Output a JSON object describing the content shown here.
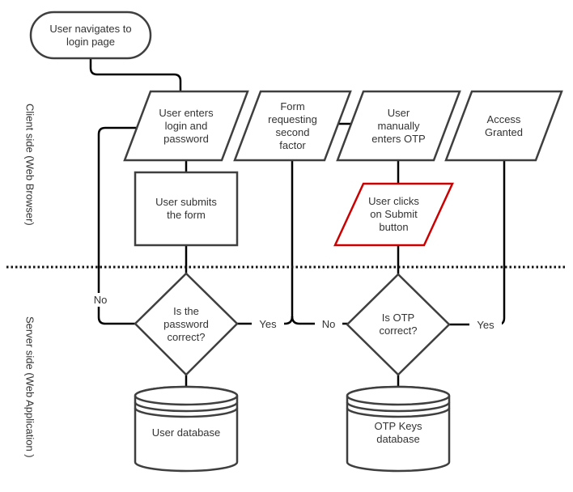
{
  "diagram": {
    "title_implicit": "Two-factor authentication login flowchart",
    "lanes": {
      "client": "Client side (Web Browser)",
      "server": "Server side (Web Application )"
    },
    "nodes": {
      "start": "User navigates to\nlogin page",
      "enter_credentials": "User enters\nlogin and\npassword",
      "form_second_factor": "Form\nrequesting\nsecond\nfactor",
      "enter_otp": "User\nmanually\nenters OTP",
      "access_granted": "Access\nGranted",
      "submit_form": "User submits\nthe form",
      "click_submit": "User clicks\non Submit\nbutton",
      "password_correct": "Is the\npassword\ncorrect?",
      "otp_correct": "Is OTP\ncorrect?",
      "user_db": "User database",
      "otp_db": "OTP Keys\ndatabase"
    },
    "edge_labels": {
      "password_no": "No",
      "password_yes": "Yes",
      "otp_no": "No",
      "otp_yes": "Yes"
    },
    "colors": {
      "shape_border": "#3f3f3f",
      "connector": "#000000",
      "highlight_red": "#cc0000",
      "text": "#333333",
      "background": "#ffffff"
    }
  }
}
